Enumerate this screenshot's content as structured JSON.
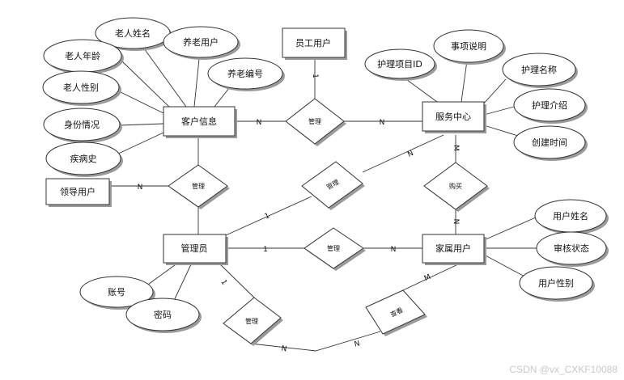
{
  "entities": {
    "customer_info": "客户信息",
    "staff_user": "员工用户",
    "service_center": "服务中心",
    "leader_user": "领导用户",
    "admin": "管理员",
    "family_user": "家属用户"
  },
  "attributes": {
    "elder_name": "老人姓名",
    "pension_user": "养老用户",
    "elder_age": "老人年龄",
    "pension_no": "养老编号",
    "elder_gender": "老人性别",
    "id_status": "身份情况",
    "medical_history": "疾病史",
    "care_item_id": "护理项目ID",
    "item_desc": "事项说明",
    "care_name": "护理名称",
    "care_intro": "护理介绍",
    "create_time": "创建时间",
    "user_name": "用户姓名",
    "review_status": "审核状态",
    "user_gender": "用户性别",
    "account": "账号",
    "password": "密码"
  },
  "relationships": {
    "manage_customer_service": "管理",
    "manage_leader_admin": "管理",
    "manage_admin_service": "管理",
    "buy": "购买",
    "manage_admin_family": "管理",
    "manage_bottom_left": "管理",
    "view_bottom_right": "查看"
  },
  "cardinalities": {
    "staff_mgmt": "1",
    "customer_mgmt": "N",
    "mgmt_service": "N",
    "leader_mgmt": "N",
    "admin_mgmt_top": "1",
    "mgmt_service_diag": "N",
    "service_buy": "M",
    "buy_family": "N",
    "admin_mgmt_right": "1",
    "mgmt_family": "N",
    "admin_bottom": "1",
    "family_bottom": "M",
    "bottom_left_n": "N",
    "bottom_right_n": "N"
  },
  "watermark": "CSDN @vx_CXKF10088"
}
